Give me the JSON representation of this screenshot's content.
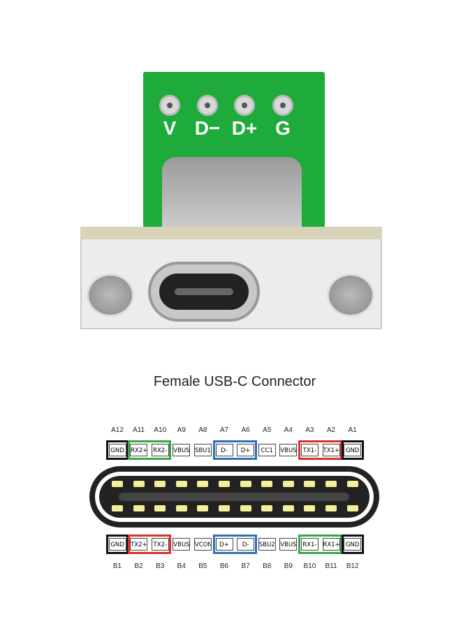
{
  "photo": {
    "pad_labels": [
      "V",
      "D−",
      "D+",
      "G"
    ]
  },
  "title": "Female USB-C Connector",
  "pinout": {
    "top_row": [
      {
        "pin": "A12",
        "signal": "GND"
      },
      {
        "pin": "A11",
        "signal": "RX2+"
      },
      {
        "pin": "A10",
        "signal": "RX2-"
      },
      {
        "pin": "A9",
        "signal": "VBUS"
      },
      {
        "pin": "A8",
        "signal": "SBU1"
      },
      {
        "pin": "A7",
        "signal": "D-"
      },
      {
        "pin": "A6",
        "signal": "D+"
      },
      {
        "pin": "A5",
        "signal": "CC1"
      },
      {
        "pin": "A4",
        "signal": "VBUS"
      },
      {
        "pin": "A3",
        "signal": "TX1-"
      },
      {
        "pin": "A2",
        "signal": "TX1+"
      },
      {
        "pin": "A1",
        "signal": "GND"
      }
    ],
    "bottom_row": [
      {
        "pin": "B1",
        "signal": "GND"
      },
      {
        "pin": "B2",
        "signal": "TX2+"
      },
      {
        "pin": "B3",
        "signal": "TX2-"
      },
      {
        "pin": "B4",
        "signal": "VBUS"
      },
      {
        "pin": "B5",
        "signal": "VCONN"
      },
      {
        "pin": "B6",
        "signal": "D+"
      },
      {
        "pin": "B7",
        "signal": "D-"
      },
      {
        "pin": "B8",
        "signal": "SBU2"
      },
      {
        "pin": "B9",
        "signal": "VBUS"
      },
      {
        "pin": "B10",
        "signal": "RX1-"
      },
      {
        "pin": "B11",
        "signal": "RX1+"
      },
      {
        "pin": "B12",
        "signal": "GND"
      }
    ],
    "group_colors": {
      "ground": "#111111",
      "rx_top": "#3aa648",
      "data": "#2f6fba",
      "tx_top": "#d8322c",
      "tx_bottom": "#d8322c",
      "rx_bottom": "#3aa648"
    },
    "contact_color": "#f4ef9a"
  }
}
